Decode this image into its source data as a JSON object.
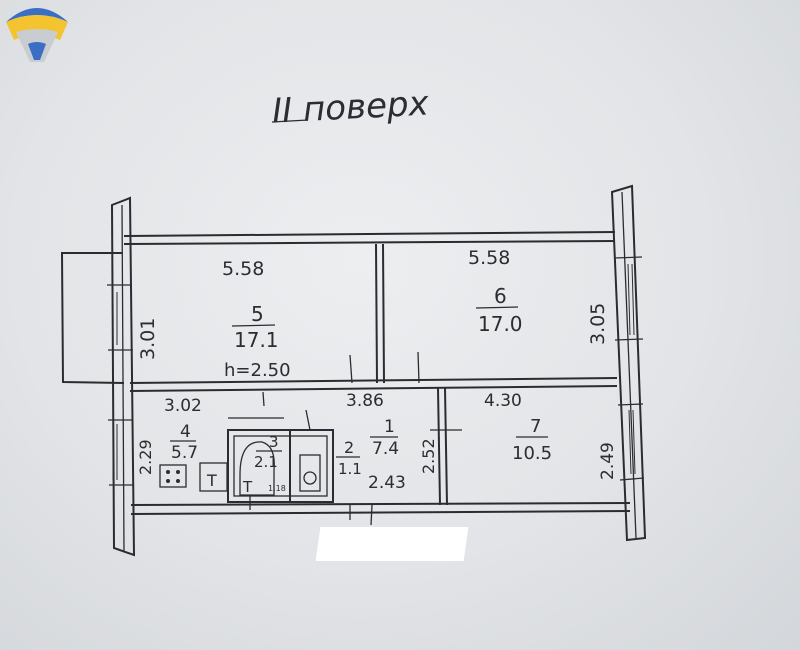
{
  "floor_title": "II поверх",
  "rooms": [
    {
      "id": "5",
      "num": "5",
      "area": "17.1"
    },
    {
      "id": "6",
      "num": "6",
      "area": "17.0"
    },
    {
      "id": "4",
      "num": "4",
      "area": "5.7"
    },
    {
      "id": "3",
      "num": "3",
      "area": "2.1"
    },
    {
      "id": "2",
      "num": "2",
      "area": "1.1"
    },
    {
      "id": "1",
      "num": "1",
      "area": "7.4"
    },
    {
      "id": "7",
      "num": "7",
      "area": "10.5"
    }
  ],
  "ceiling_height": "h=2.50",
  "dimensions": {
    "room5_width": "5.58",
    "room6_width": "5.58",
    "room5_depth": "3.01",
    "room6_depth": "3.05",
    "room4_width": "3.02",
    "room1_width": "3.86",
    "room7_width": "4.30",
    "room4_depth": "2.29",
    "room1_depth": "2.52",
    "room7_depth": "2.49",
    "hall_length": "2.43"
  },
  "fixtures": {
    "toilet_symbol": "T",
    "bath_symbol": "T",
    "small_label": "1.18"
  },
  "colors": {
    "ink": "#2a2c31",
    "paper": "#e6e8eb",
    "logo_blue": "#3b6fc4",
    "logo_yellow": "#f4c430"
  }
}
